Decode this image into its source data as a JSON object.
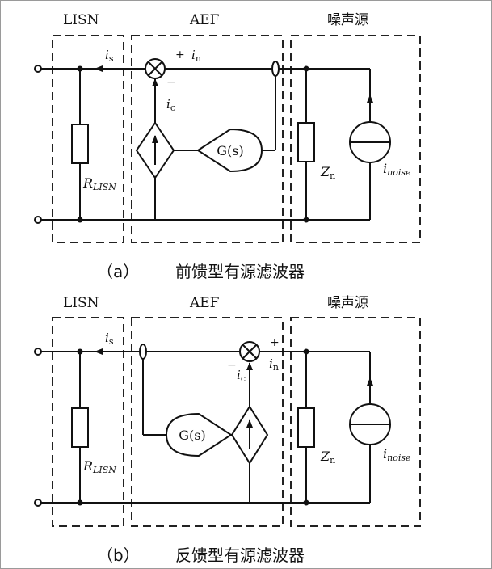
{
  "diagram_a": {
    "labels": {
      "lisn": "LISN",
      "aef": "AEF",
      "noise_src": "噪声源"
    },
    "currents": {
      "is_main": "i",
      "is_sub": "s",
      "in_main": "i",
      "in_sub": "n",
      "ic_main": "i",
      "ic_sub": "c"
    },
    "signs": {
      "plus": "+",
      "minus": "−"
    },
    "gs": "G(s)",
    "r_main": "R",
    "r_sub": "LISN",
    "z_main": "Z",
    "z_sub": "n",
    "inoise_main": "i",
    "inoise_sub": "noise",
    "caption_prefix": "（a）",
    "caption_text": "前馈型有源滤波器"
  },
  "diagram_b": {
    "labels": {
      "lisn": "LISN",
      "aef": "AEF",
      "noise_src": "噪声源"
    },
    "currents": {
      "is_main": "i",
      "is_sub": "s",
      "in_main": "i",
      "in_sub": "n",
      "ic_main": "i",
      "ic_sub": "c"
    },
    "signs": {
      "plus": "+",
      "minus": "−"
    },
    "gs": "G(s)",
    "r_main": "R",
    "r_sub": "LISN",
    "z_main": "Z",
    "z_sub": "n",
    "inoise_main": "i",
    "inoise_sub": "noise",
    "caption_prefix": "（b）",
    "caption_text": "反馈型有源滤波器"
  }
}
